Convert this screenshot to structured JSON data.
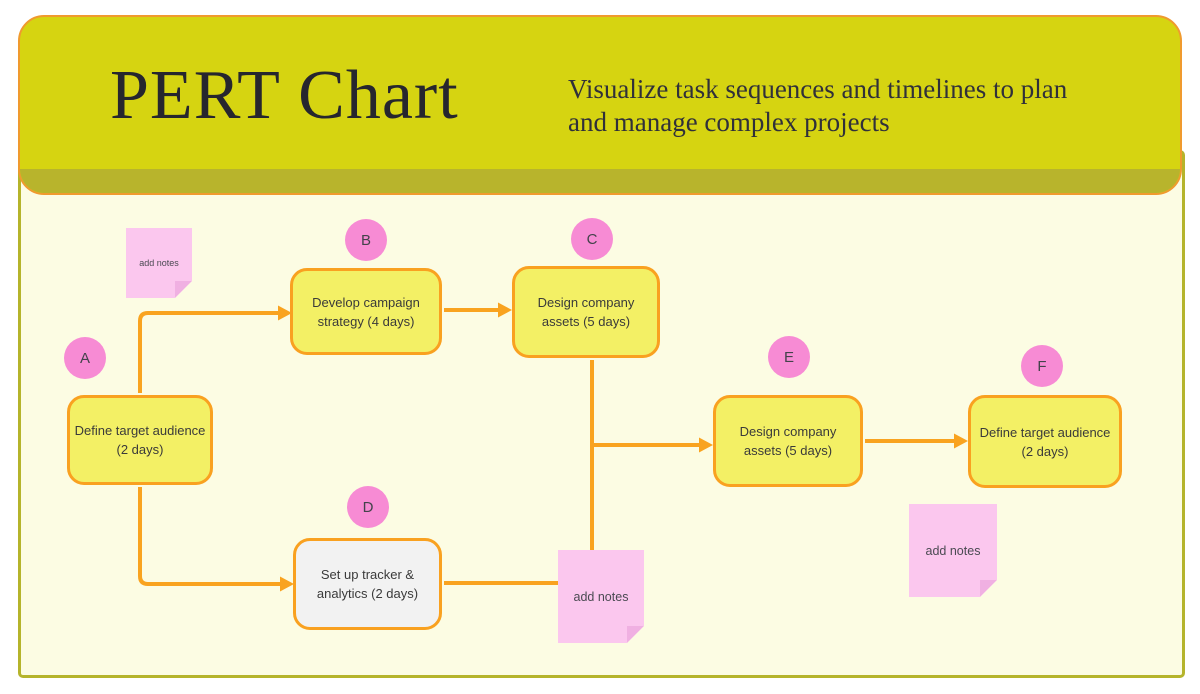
{
  "banner": {
    "title": "PERT Chart",
    "subtitle": "Visualize task sequences and timelines to plan\nand manage complex projects"
  },
  "nodes": [
    {
      "letter": "A",
      "label": "Define target audience\n(2 days)"
    },
    {
      "letter": "B",
      "label": "Develop campaign\nstrategy (4 days)"
    },
    {
      "letter": "C",
      "label": "Design company\nassets (5 days)"
    },
    {
      "letter": "D",
      "label": "Set up tracker &\nanalytics (2 days)"
    },
    {
      "letter": "E",
      "label": "Design company\nassets (5 days)"
    },
    {
      "letter": "F",
      "label": "Define target audience\n(2 days)"
    }
  ],
  "stickies": [
    {
      "label": "add notes"
    },
    {
      "label": "add notes"
    },
    {
      "label": "add notes"
    }
  ],
  "colors": {
    "banner_fill": "#d6d411",
    "banner_shadow": "#b8b42c",
    "banner_border": "#f09a2e",
    "canvas_fill": "#fcfce3",
    "canvas_border": "#b5b42b",
    "node_fill": "#f3f065",
    "node_alt_fill": "#f2f2f2",
    "node_border": "#f9a120",
    "connector": "#f9a31f",
    "circle_fill": "#f78bd4",
    "sticky_fill": "#fbc7ee"
  }
}
